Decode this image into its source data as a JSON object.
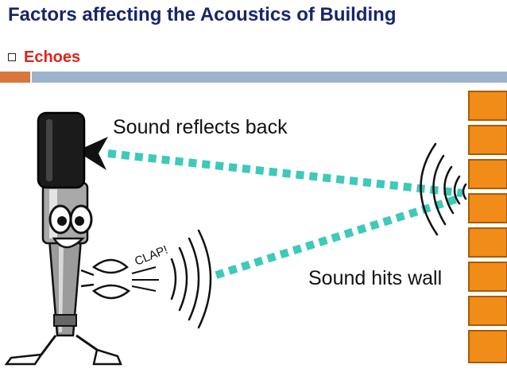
{
  "slide": {
    "title": "Factors affecting the Acoustics of Building",
    "bullet": "Echoes"
  },
  "diagram": {
    "label_reflect": "Sound reflects back",
    "label_hit": "Sound hits wall",
    "clap_text": "CLAP!"
  },
  "colors": {
    "title": "#17256b",
    "bullet_text": "#e0231b",
    "accent_bar": "#d9773a",
    "main_bar": "#9db3cc",
    "sound_dashes": "#3ec9b9",
    "wall_brick": "#f08c17",
    "wall_border": "#a95b05"
  },
  "icons": {
    "bullet": "hollow-square",
    "character": "microphone-character",
    "wall": "brick-wall"
  }
}
